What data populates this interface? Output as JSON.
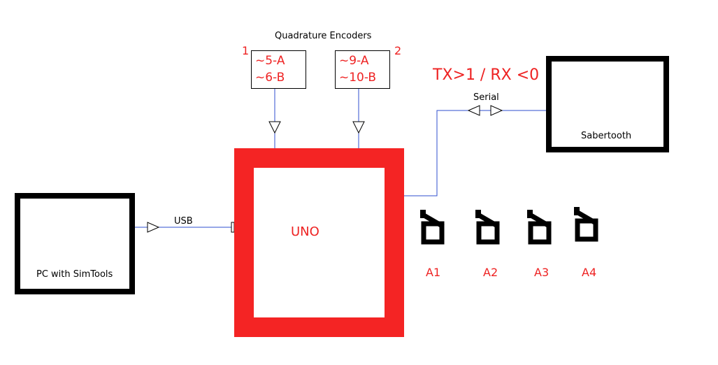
{
  "title": "Quadrature Encoders",
  "encoders": [
    {
      "number": "1",
      "lines": [
        "~5-A",
        "~6-B"
      ]
    },
    {
      "number": "2",
      "lines": [
        "~9-A",
        "~10-B"
      ]
    }
  ],
  "serial_note": "TX>1 / RX <0",
  "serial_label": "Serial",
  "sabertooth_label": "Sabertooth",
  "usb_label": "USB",
  "pc_label": "PC with SimTools",
  "uno_label": "UNO",
  "analog_inputs": [
    "A1",
    "A2",
    "A3",
    "A4"
  ],
  "colors": {
    "accent_red": "#ee2222",
    "uno_red": "#f42424",
    "wire_blue": "#2f4fcf",
    "box_black": "#000000"
  }
}
